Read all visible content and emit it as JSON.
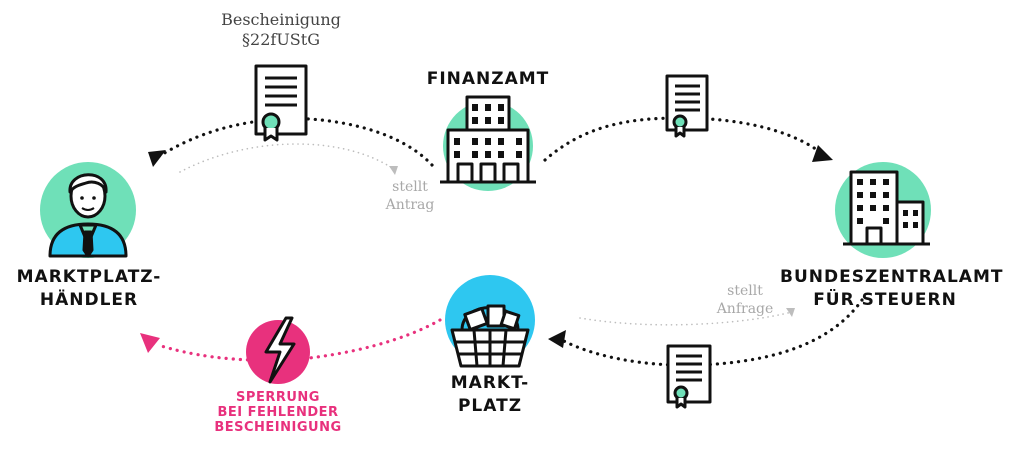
{
  "colors": {
    "mint": "#6fe0b8",
    "sky": "#2ec7f0",
    "pink": "#e8317d",
    "dark": "#111111",
    "grey_text": "#a8a8a8"
  },
  "nodes": {
    "finanzamt": {
      "title": "FINANZAMT",
      "icon": "office-building-icon"
    },
    "haendler": {
      "title_line1": "MARKTPLATZ-",
      "title_line2": "HÄNDLER",
      "icon": "business-person-icon"
    },
    "bzst": {
      "title_line1": "BUNDESZENTRALAMT",
      "title_line2": "FÜR STEUERN",
      "icon": "tower-building-icon"
    },
    "marktplatz": {
      "title_line1": "MARKT-",
      "title_line2": "PLATZ",
      "icon": "shopping-basket-icon"
    },
    "sperrung": {
      "line1": "SPERRUNG",
      "line2": "BEI FEHLENDER",
      "line3": "BESCHEINIGUNG",
      "icon": "lightning-bolt-icon"
    }
  },
  "labels": {
    "certificate_line1": "Bescheinigung",
    "certificate_line2": "§22fUStG",
    "antrag_line1": "stellt",
    "antrag_line2": "Antrag",
    "anfrage_line1": "stellt",
    "anfrage_line2": "Anfrage"
  }
}
